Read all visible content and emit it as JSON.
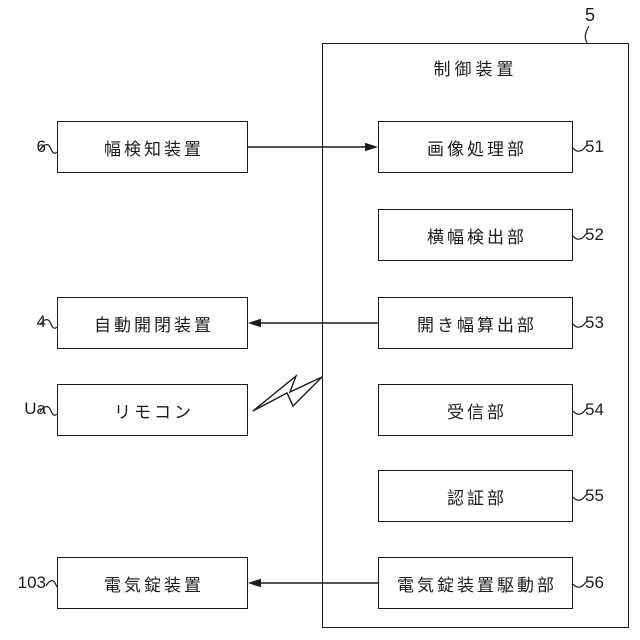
{
  "figure": {
    "background_color": "#ffffff",
    "line_color": "#1c1c1c",
    "controller": {
      "title": "制御装置",
      "ref": "5",
      "units": [
        {
          "label": "画像処理部",
          "ref": "51"
        },
        {
          "label": "横幅検出部",
          "ref": "52"
        },
        {
          "label": "開き幅算出部",
          "ref": "53"
        },
        {
          "label": "受信部",
          "ref": "54"
        },
        {
          "label": "認証部",
          "ref": "55"
        },
        {
          "label": "電気錠装置駆動部",
          "ref": "56"
        }
      ]
    },
    "devices": [
      {
        "label": "幅検知装置",
        "ref": "6"
      },
      {
        "label": "自動開閉装置",
        "ref": "4"
      },
      {
        "label": "リモコン",
        "ref": "Ua"
      },
      {
        "label": "電気錠装置",
        "ref": "103"
      }
    ],
    "icons": {
      "wireless": "lightning-zigzag-icon"
    }
  }
}
